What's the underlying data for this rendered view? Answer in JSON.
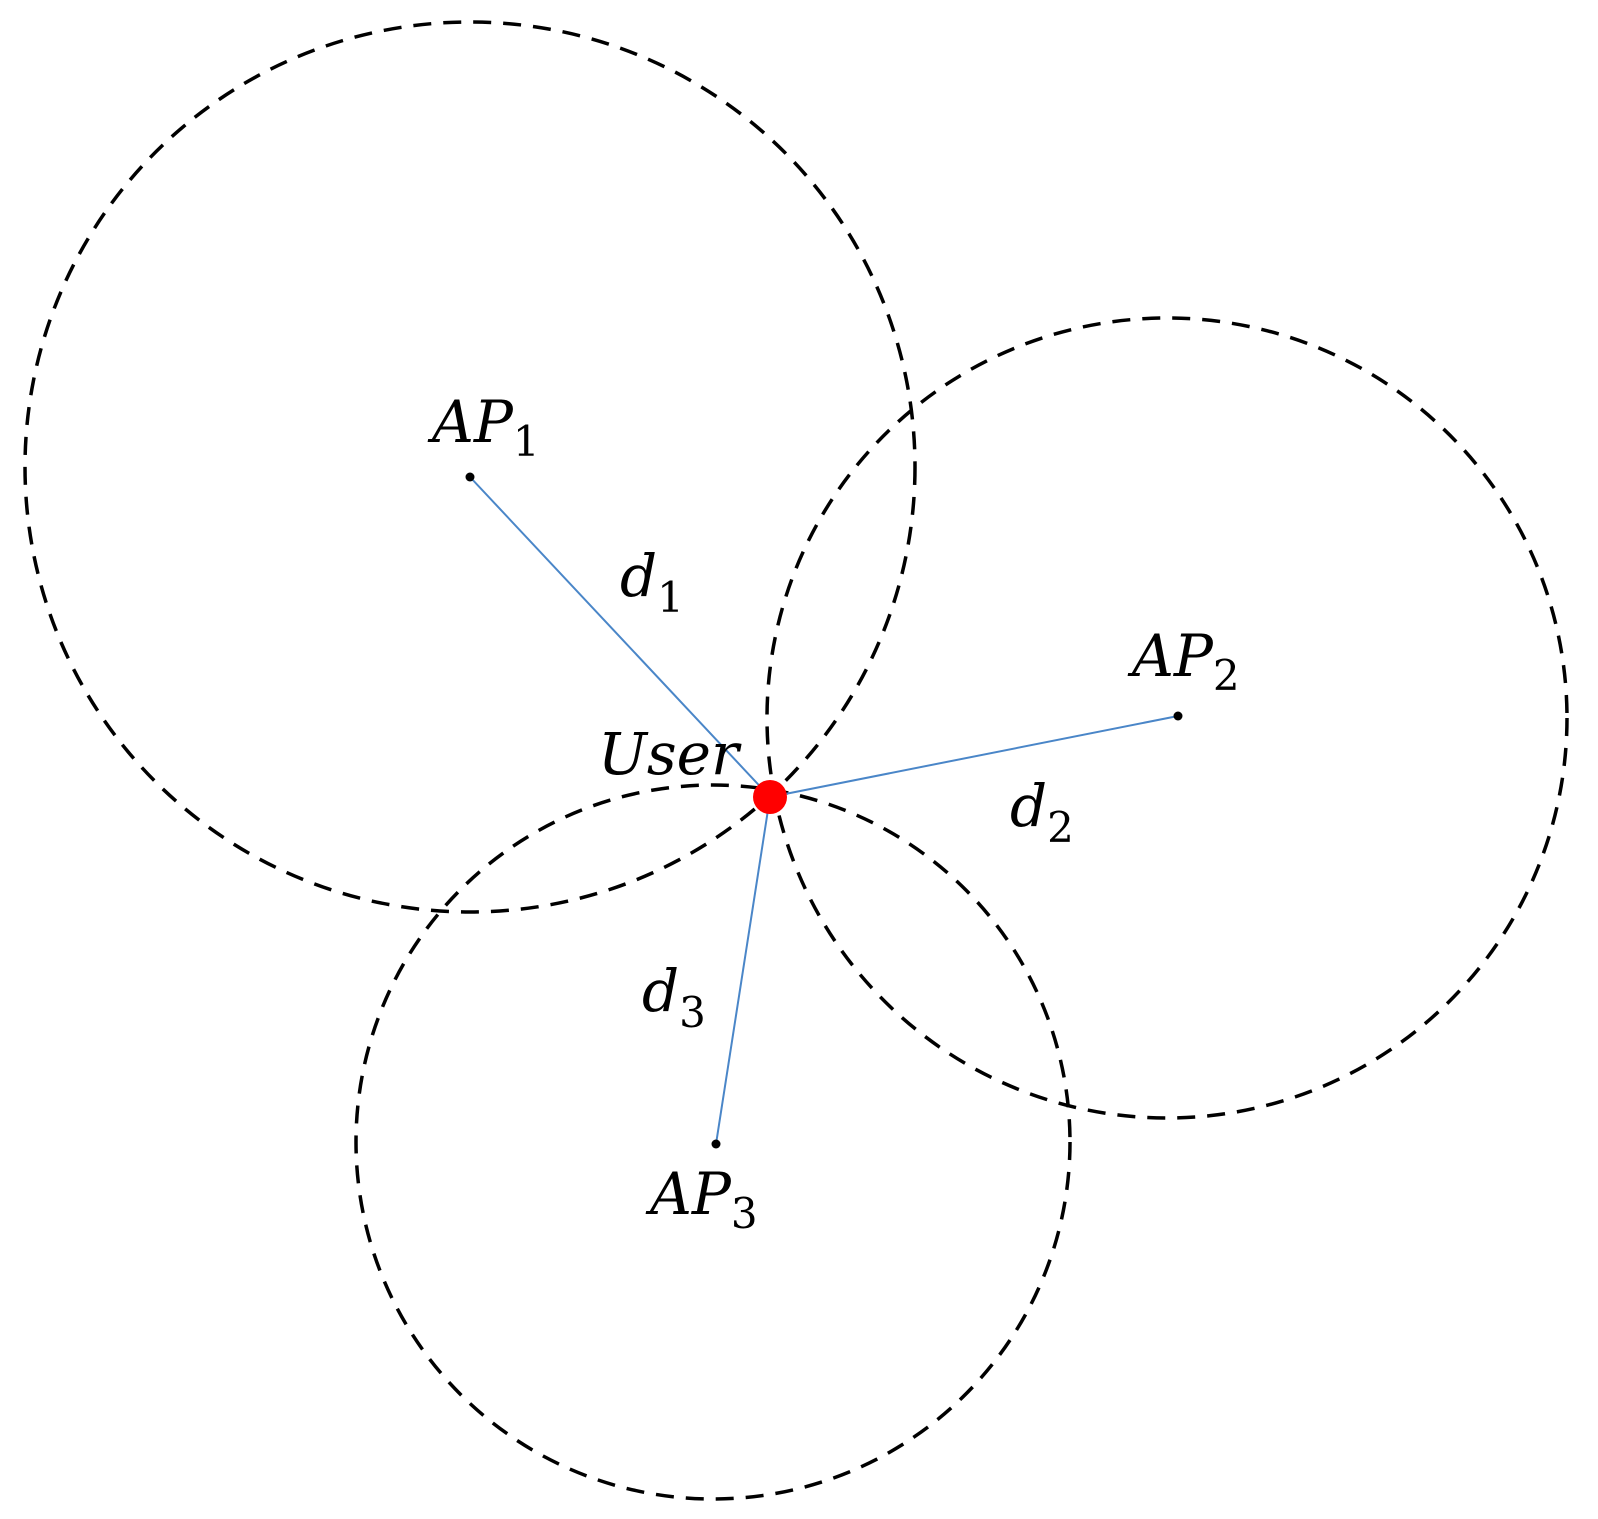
{
  "colors": {
    "background": "#ffffff",
    "circle_stroke": "#000000",
    "distance_line": "#4a86c8",
    "user_point": "#ff0000",
    "access_point": "#000000",
    "text": "#000000"
  },
  "labels": {
    "user": "User",
    "ap_prefix": "AP",
    "ap1_sub": "1",
    "ap2_sub": "2",
    "ap3_sub": "3",
    "d_prefix": "d",
    "d1_sub": "1",
    "d2_sub": "2",
    "d3_sub": "3"
  }
}
